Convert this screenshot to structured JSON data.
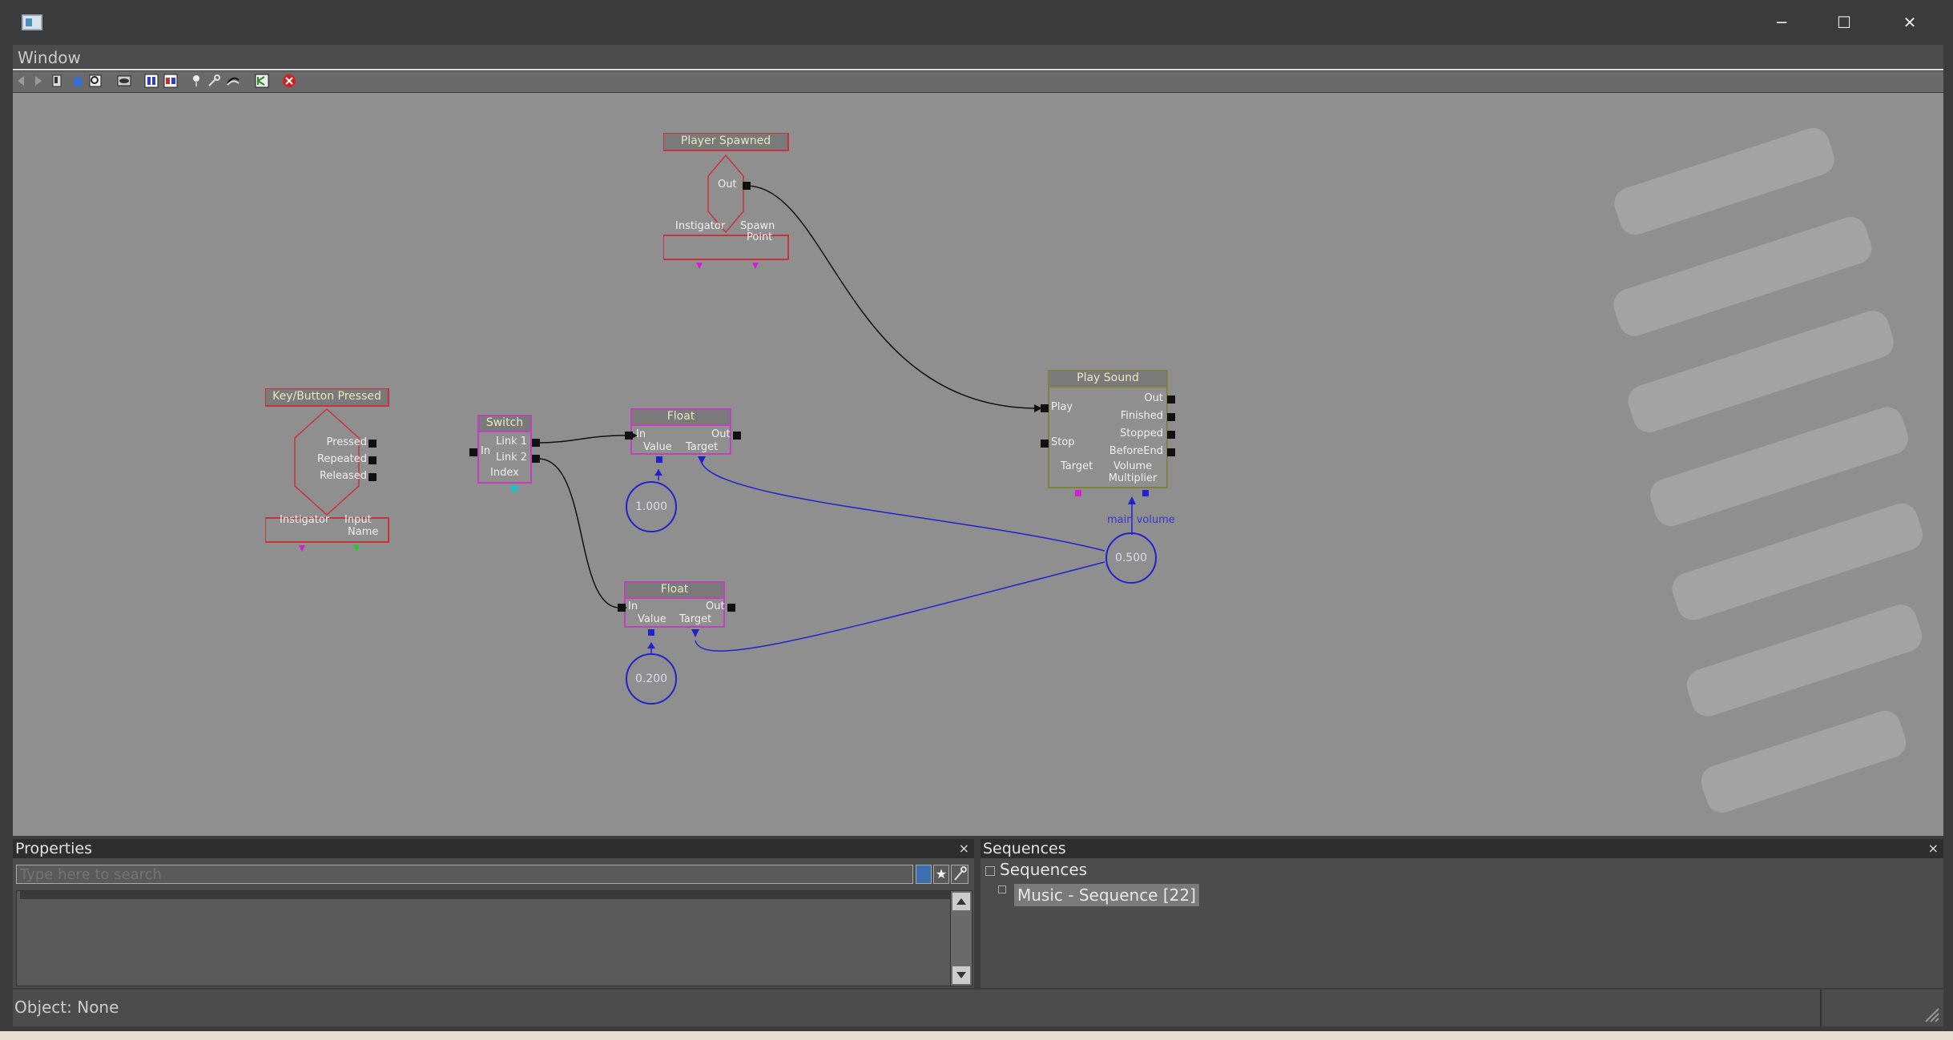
{
  "window": {
    "minimize_glyph": "─",
    "maximize_glyph": "☐",
    "close_glyph": "✕",
    "menu_label": "Window"
  },
  "toolbar_icons": [
    "back-icon",
    "forward-icon",
    "bookmark-icon",
    "home-icon",
    "zoom-fit-icon",
    "view-icon",
    "sequence-icon",
    "new-sequence-icon",
    "pin-icon",
    "tools-icon",
    "link-icon",
    "kismet-icon",
    "close-red-icon"
  ],
  "nodes": {
    "player_spawned": {
      "title": "Player Spawned",
      "out": "Out",
      "var1": "Instigator",
      "var2a": "Spawn",
      "var2b": "Point"
    },
    "key_pressed": {
      "title": "Key/Button Pressed",
      "pressed": "Pressed",
      "repeated": "Repeated",
      "released": "Released",
      "var1": "Instigator",
      "var2a": "Input",
      "var2b": "Name"
    },
    "switch": {
      "title": "Switch",
      "in": "In",
      "link1": "Link 1",
      "link2": "Link 2",
      "index": "Index"
    },
    "float1": {
      "title": "Float",
      "in": "In",
      "out": "Out",
      "value": "Value",
      "target": "Target"
    },
    "float2": {
      "title": "Float",
      "in": "In",
      "out": "Out",
      "value": "Value",
      "target": "Target"
    },
    "play_sound": {
      "title": "Play Sound",
      "play": "Play",
      "stop": "Stop",
      "out": "Out",
      "finished": "Finished",
      "stopped": "Stopped",
      "before_end": "BeforeEnd",
      "target": "Target",
      "vol1": "Volume",
      "vol2": "Multiplier"
    }
  },
  "variables": {
    "float1_value": "1.000",
    "float2_value": "0.200",
    "main_volume_value": "0.500",
    "main_volume_label": "main volume"
  },
  "properties": {
    "title": "Properties",
    "close": "×",
    "search_placeholder": "Type here to search"
  },
  "sequences": {
    "title": "Sequences",
    "close": "×",
    "root": "Sequences",
    "child": "Music - Sequence [22]"
  },
  "status": {
    "text": "Object: None"
  },
  "colors": {
    "event_border": "#c8323c",
    "action_border": "#c040c0",
    "sound_border": "#808040",
    "var_link": "#2222cc",
    "canvas_bg": "#8f8f8f"
  }
}
